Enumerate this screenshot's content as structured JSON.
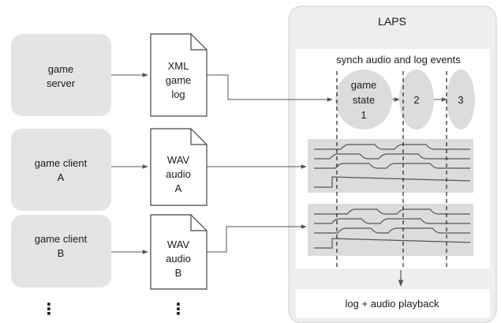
{
  "sources": [
    {
      "label_lines": [
        "game",
        "server"
      ]
    },
    {
      "label_lines": [
        "game client",
        "A"
      ]
    },
    {
      "label_lines": [
        "game client",
        "B"
      ]
    }
  ],
  "documents": [
    {
      "label_lines": [
        "XML",
        "game",
        "log"
      ]
    },
    {
      "label_lines": [
        "WAV",
        "audio",
        "A"
      ]
    },
    {
      "label_lines": [
        "WAV",
        "audio",
        "B"
      ]
    }
  ],
  "ellipsis": "⋮",
  "laps": {
    "title": "LAPS",
    "sync_caption": "synch audio and log events",
    "state1_lines": [
      "game",
      "state",
      "1"
    ],
    "state2": "2",
    "state3": "3",
    "playback": "log + audio playback"
  },
  "colors": {
    "box_fill": "#e4e4e4",
    "panel_fill": "#eeeeee",
    "band_fill": "#dcdcdc",
    "line": "#555555"
  }
}
